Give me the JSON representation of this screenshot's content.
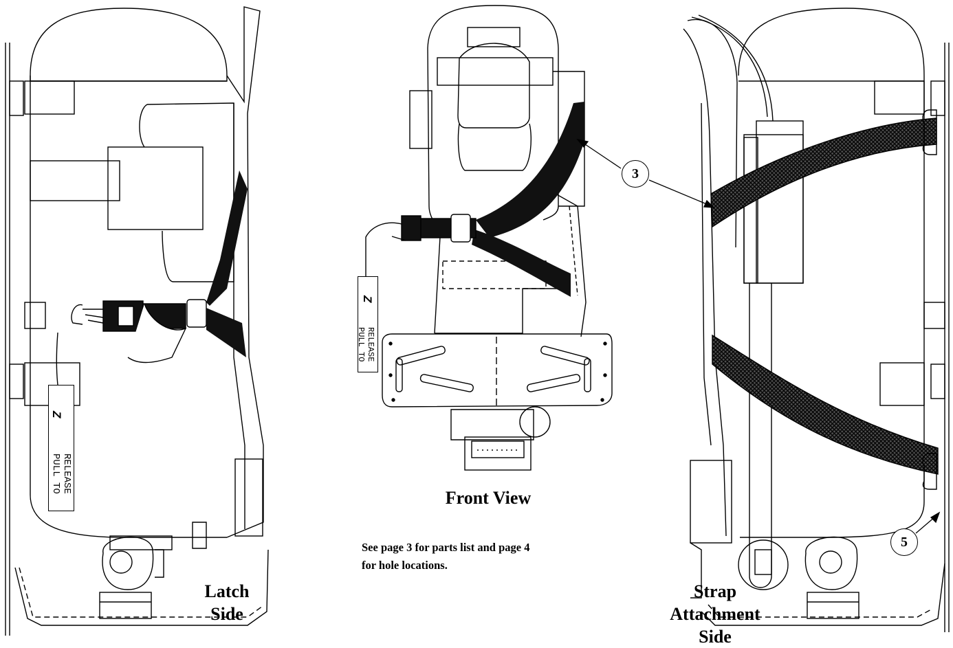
{
  "labels": {
    "latch_side": [
      "Latch",
      "Side"
    ],
    "front_view": "Front View",
    "strap_side": [
      "Strap",
      "Attachment",
      "Side"
    ]
  },
  "note": [
    "See page 3 for parts list and page 4",
    "for hole locations."
  ],
  "callouts": {
    "strap": "3",
    "slot": "5"
  },
  "tag": {
    "brand": "Z",
    "lines": [
      "RELEASE",
      "PULL TO"
    ]
  }
}
